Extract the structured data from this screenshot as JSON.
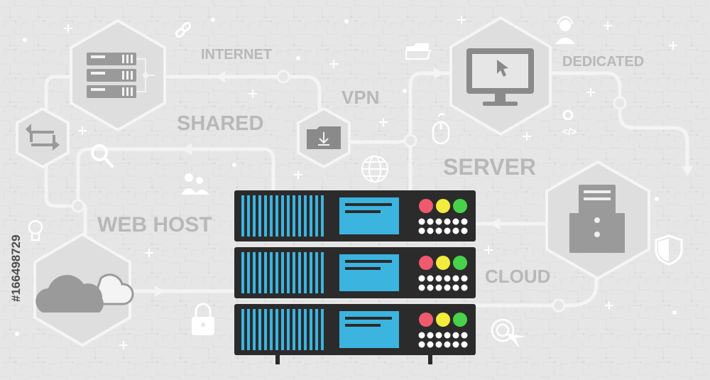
{
  "labels": {
    "internet": "INTERNET",
    "vpn": "VPN",
    "shared": "SHARED",
    "dedicated": "DEDICATED",
    "server": "SERVER",
    "web_host": "WEB HOST",
    "cloud": "CLOUD"
  },
  "side_caption": "#166498729",
  "colors": {
    "background": "#e6e6e6",
    "hexagon": "#dedede",
    "hexagon_stroke": "#f5f5f5",
    "line": "#f4f4f4",
    "label": "#b8b8b8",
    "icon": "#9a9a9a",
    "white_icon": "#ffffff",
    "rack": "#2b2b2b",
    "vent": "#3cb4e0",
    "screen": "#3cb4e0",
    "led_red": "#f05a6e",
    "led_yellow": "#f2ec3c",
    "led_green": "#48d24a"
  },
  "server_rack": {
    "units": 3
  }
}
